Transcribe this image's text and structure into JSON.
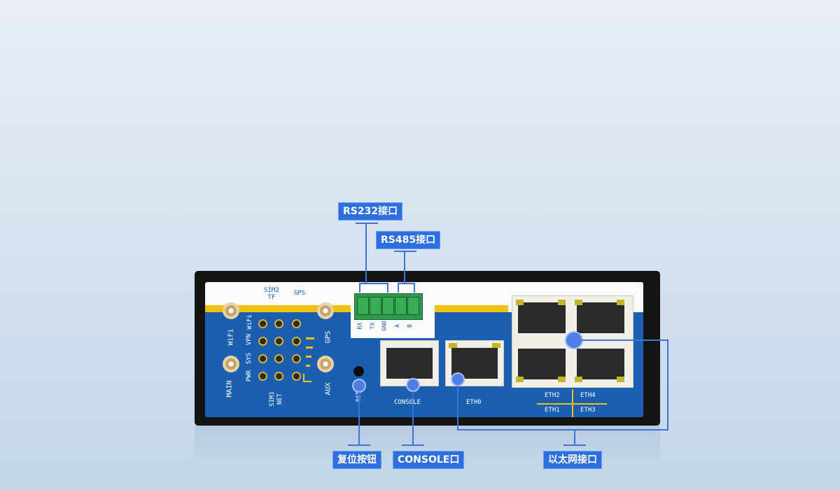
{
  "device": {
    "top_labels": {
      "sim2": "SIM2",
      "tf": "TF",
      "gps_top": "GPS"
    },
    "left_labels": {
      "wifi_ant": "WiFi",
      "main_ant": "MAIN"
    },
    "led_labels": {
      "vpn": "VPN",
      "wifi": "WiFi",
      "sys": "SYS",
      "pwr": "PWR",
      "sim1": "SIM1",
      "net": "NET"
    },
    "right_ant_labels": {
      "gps": "GPS",
      "aux": "AUX"
    },
    "terminal_labels": [
      "RX",
      "TX",
      "GND",
      "A",
      "B"
    ],
    "ports": {
      "console": "CONSOLE",
      "eth0": "ETH0",
      "eth2": "ETH2",
      "eth4": "ETH4",
      "eth1": "ETH1",
      "eth3": "ETH3"
    },
    "reset_label": "RST"
  },
  "callouts": {
    "rs232": "RS232接口",
    "rs485": "RS485接口",
    "reset": "复位按钮",
    "console": "CONSOLE口",
    "ethernet": "以太网接口"
  },
  "colors": {
    "accent": "#2e6fe0",
    "panel": "#1b5fb2",
    "stripe": "#f2c10f"
  }
}
